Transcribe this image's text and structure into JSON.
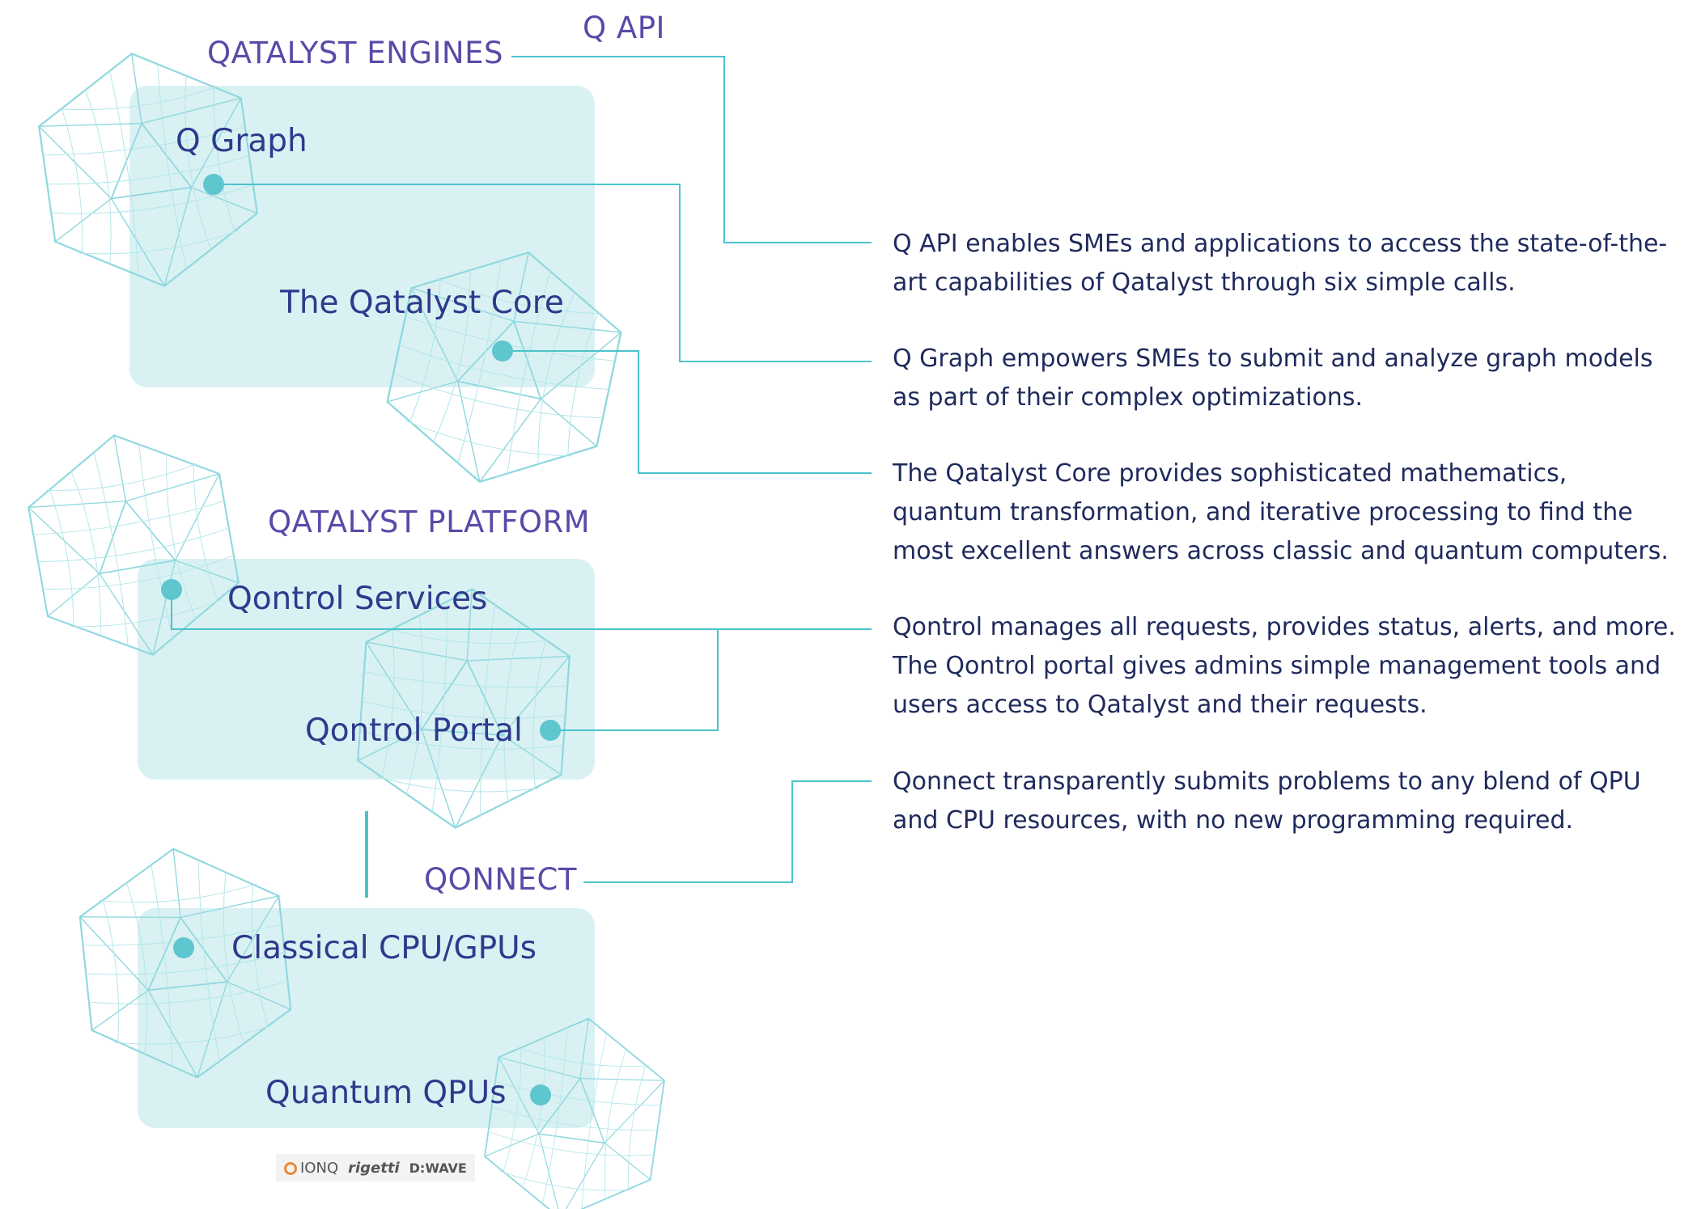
{
  "colors": {
    "box_fill": "#d9f1f3",
    "connector": "#4cc3cb",
    "dot": "#5ec6cf",
    "wireframe": "#7fd3da",
    "heading": "#5a4aa8",
    "node_text": "#2e3a8c",
    "desc_text": "#1f2a5c"
  },
  "headings": {
    "q_api": "Q API",
    "engines": "QATALYST ENGINES",
    "platform": "QATALYST PLATFORM",
    "qonnect": "QONNECT"
  },
  "nodes": {
    "q_graph": "Q Graph",
    "core": "The Qatalyst Core",
    "qontrol_services": "Qontrol Services",
    "qontrol_portal": "Qontrol Portal",
    "classical": "Classical CPU/GPUs",
    "quantum": "Quantum QPUs"
  },
  "descriptions": {
    "q_api": "Q API  enables SMEs and applications to access the state-of-the-art capabilities of Qatalyst through six simple calls.",
    "q_graph": "Q Graph empowers SMEs to submit and analyze graph models as part of their complex optimizations.",
    "core": "The Qatalyst Core provides sophisticated mathematics, quantum transformation, and iterative processing to find the most excellent answers across classic and quantum computers.",
    "qontrol": "Qontrol manages all requests, provides status, alerts, and more. The Qontrol portal gives admins simple management tools and users access to Qatalyst and their requests.",
    "qonnect": "Qonnect transparently submits problems to any blend of QPU and CPU resources, with no new programming required."
  },
  "logos": {
    "ionq": "IONQ",
    "rigetti": "rigetti",
    "dwave": "D:WAVE"
  },
  "icons": [
    "icosahedron-wireframe-icon",
    "connector-dot-icon",
    "ionq-logo-icon"
  ]
}
